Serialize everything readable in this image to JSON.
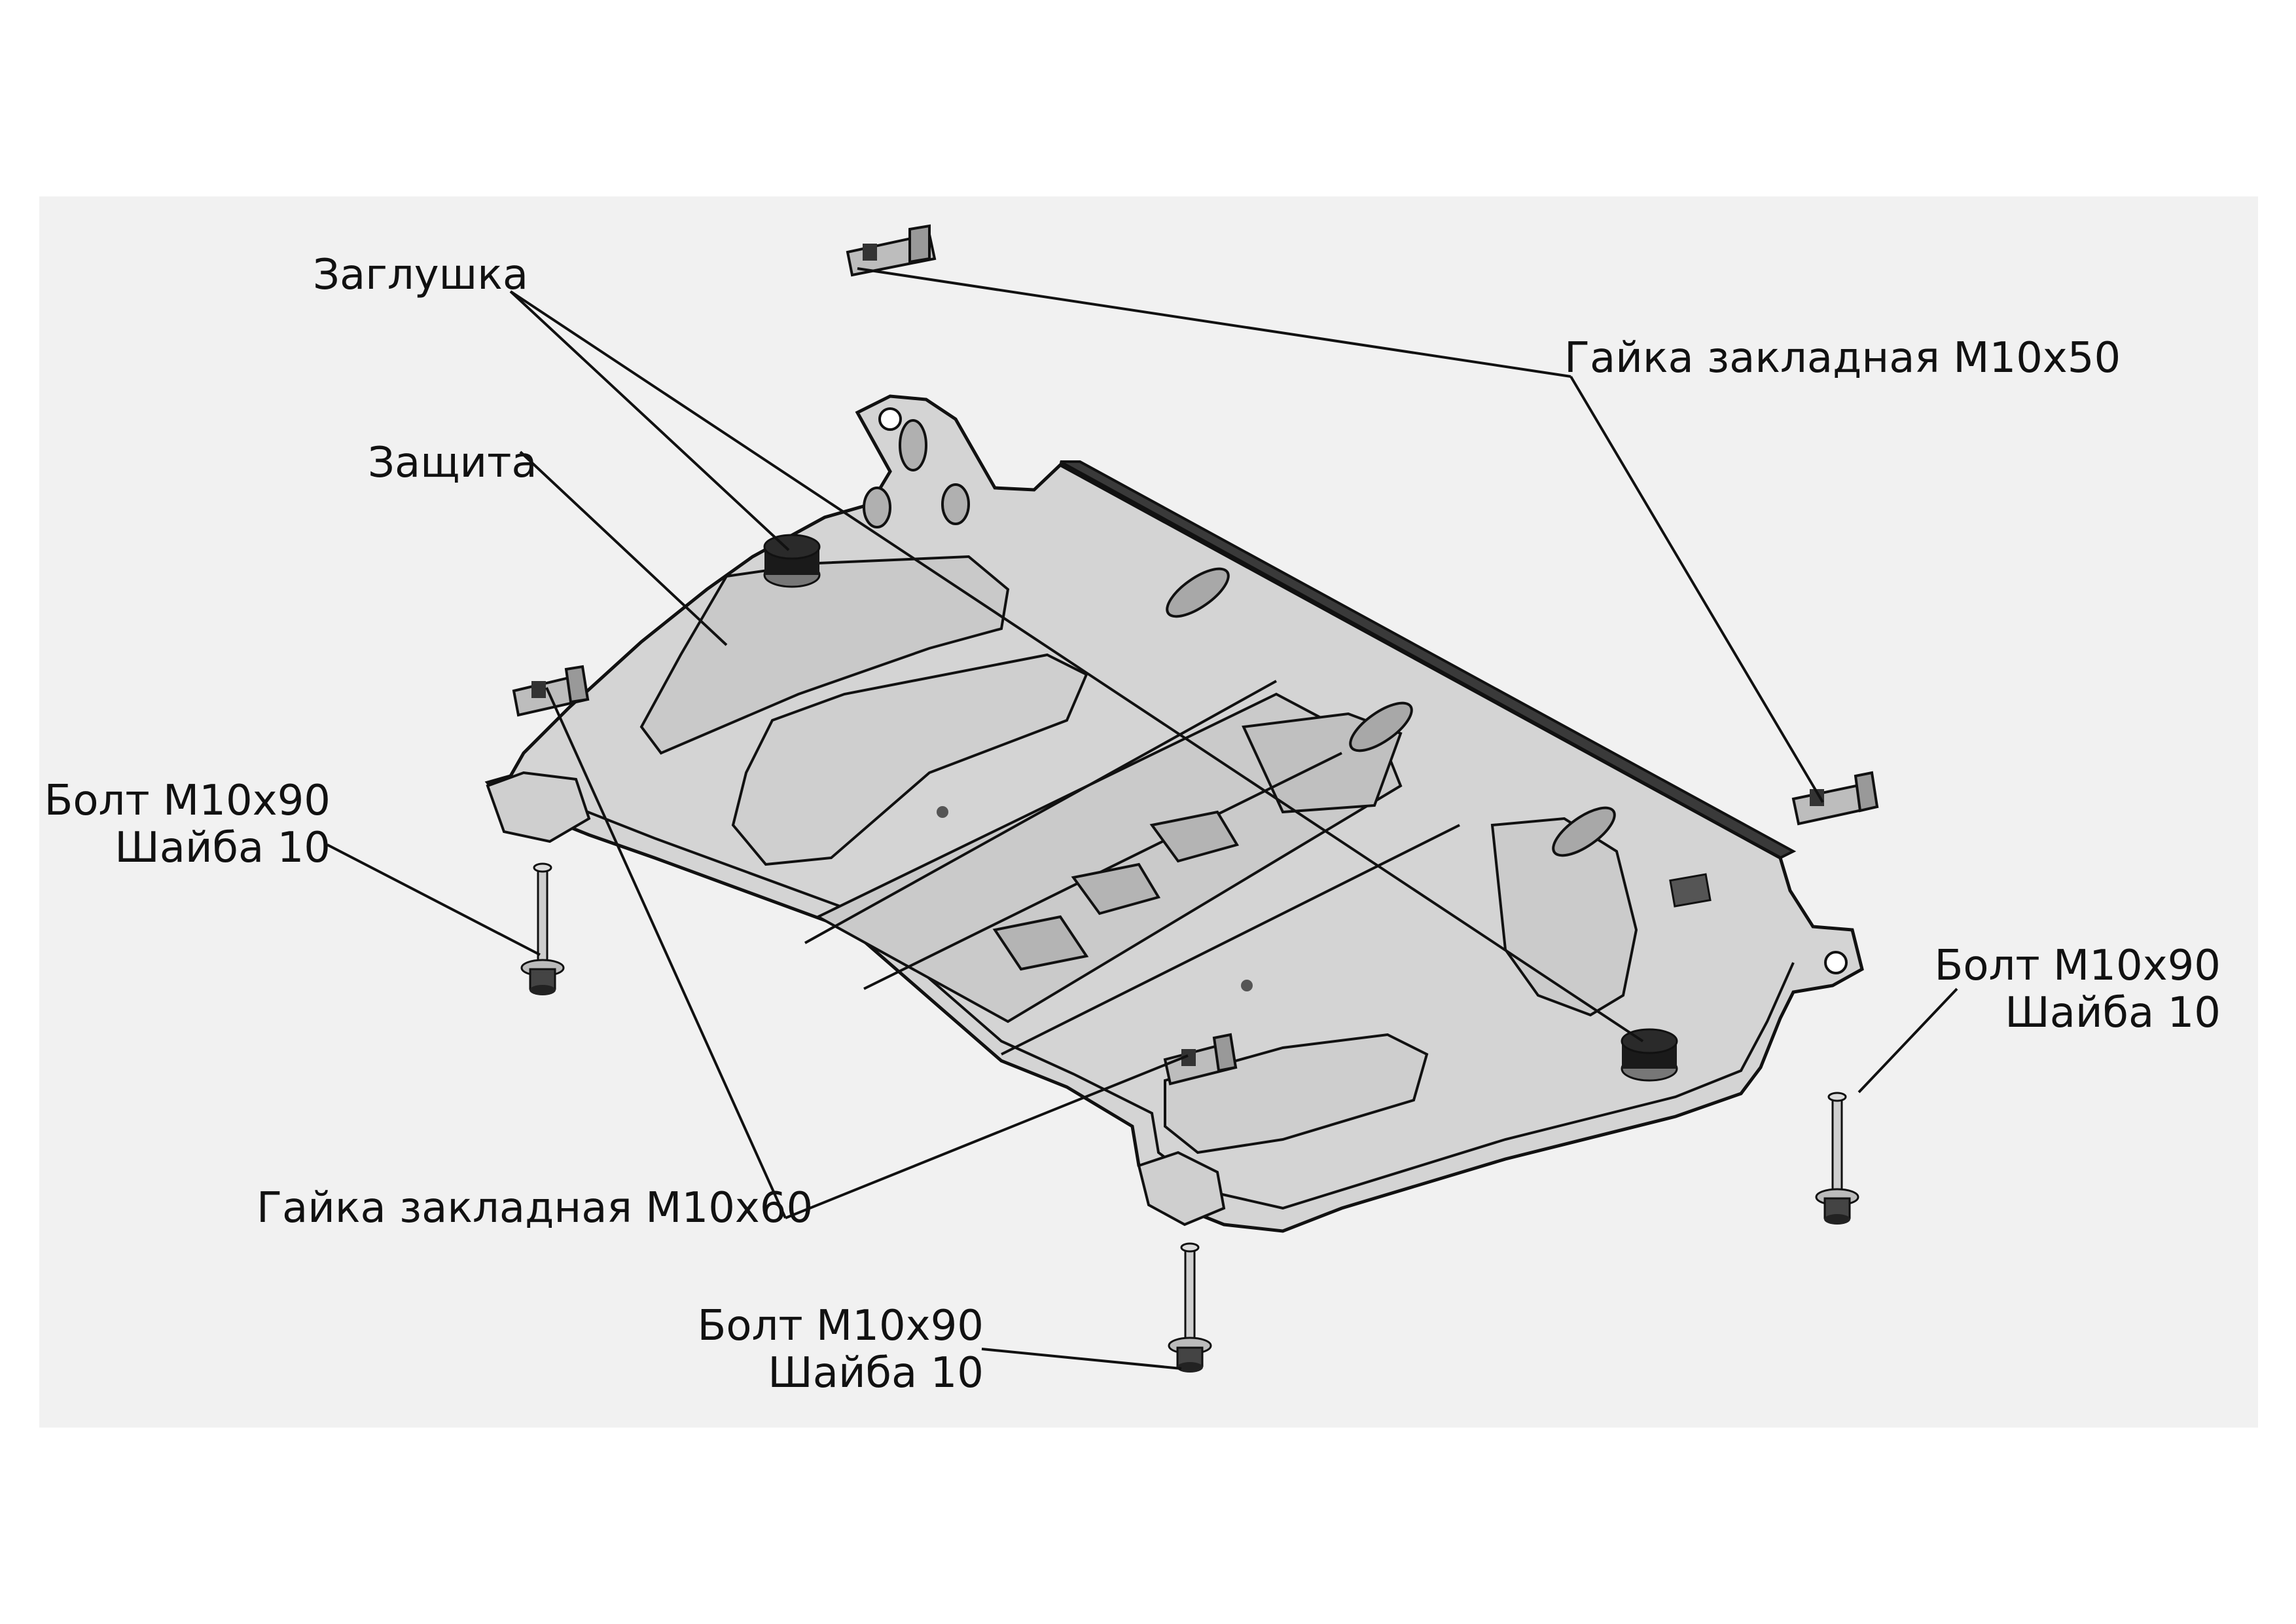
{
  "labels": {
    "plug": "Заглушка",
    "guard": "Защита",
    "nut_top": "Гайка закладная М10х50",
    "nut_bottom": "Гайка закладная М10х60",
    "bolt_left_1": "Болт М10х90",
    "bolt_left_2": "Шайба 10",
    "bolt_right_1": "Болт М10х90",
    "bolt_right_2": "Шайба 10",
    "bolt_bottom_1": "Болт М10х90",
    "bolt_bottom_2": "Шайба 10"
  },
  "colors": {
    "plate": "#d7d7d7",
    "plate_dark": "#b9b9b9",
    "edge_dark": "#3a3a3a",
    "line": "#111111",
    "background": "#f1f1f1"
  }
}
